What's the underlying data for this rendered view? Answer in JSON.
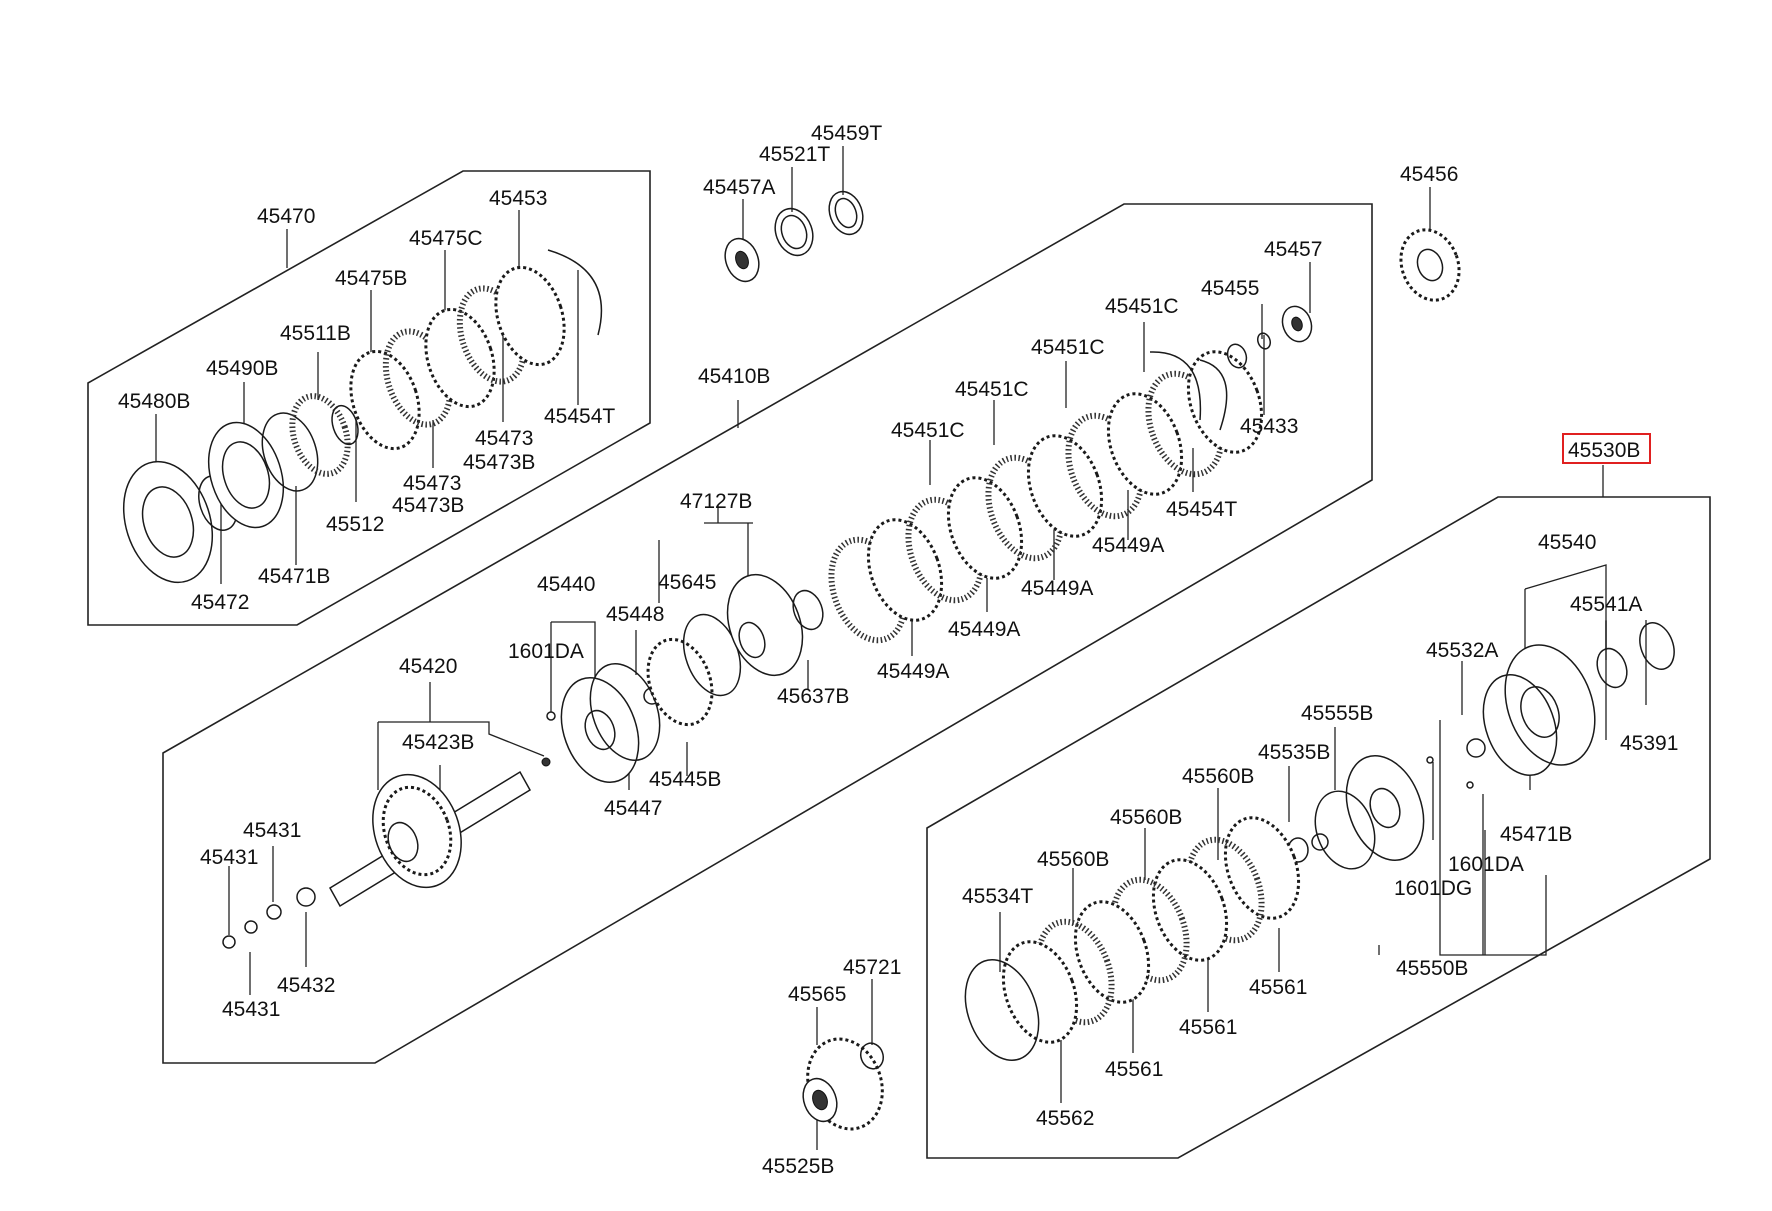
{
  "diagram": {
    "highlighted_part": "45530B",
    "labels": [
      {
        "id": "p45459T",
        "text": "45459T"
      },
      {
        "id": "p45521T",
        "text": "45521T"
      },
      {
        "id": "p45457A",
        "text": "45457A"
      },
      {
        "id": "p45456",
        "text": "45456"
      },
      {
        "id": "p45470",
        "text": "45470"
      },
      {
        "id": "p45453",
        "text": "45453"
      },
      {
        "id": "p45475C",
        "text": "45475C"
      },
      {
        "id": "p45475B",
        "text": "45475B"
      },
      {
        "id": "p45511B",
        "text": "45511B"
      },
      {
        "id": "p45490B",
        "text": "45490B"
      },
      {
        "id": "p45480B",
        "text": "45480B"
      },
      {
        "id": "p45454T_a",
        "text": "45454T"
      },
      {
        "id": "p45473_a",
        "text": "45473"
      },
      {
        "id": "p45473B_a",
        "text": "45473B"
      },
      {
        "id": "p45473_b",
        "text": "45473"
      },
      {
        "id": "p45473B_b",
        "text": "45473B"
      },
      {
        "id": "p45512",
        "text": "45512"
      },
      {
        "id": "p45471B_a",
        "text": "45471B"
      },
      {
        "id": "p45472",
        "text": "45472"
      },
      {
        "id": "p45457",
        "text": "45457"
      },
      {
        "id": "p45455",
        "text": "45455"
      },
      {
        "id": "p45451C_a",
        "text": "45451C"
      },
      {
        "id": "p45451C_b",
        "text": "45451C"
      },
      {
        "id": "p45451C_c",
        "text": "45451C"
      },
      {
        "id": "p45451C_d",
        "text": "45451C"
      },
      {
        "id": "p45410B",
        "text": "45410B"
      },
      {
        "id": "p45433",
        "text": "45433"
      },
      {
        "id": "p45454T_b",
        "text": "45454T"
      },
      {
        "id": "p45449A_a",
        "text": "45449A"
      },
      {
        "id": "p45449A_b",
        "text": "45449A"
      },
      {
        "id": "p45449A_c",
        "text": "45449A"
      },
      {
        "id": "p45449A_d",
        "text": "45449A"
      },
      {
        "id": "p47127B",
        "text": "47127B"
      },
      {
        "id": "p45440",
        "text": "45440"
      },
      {
        "id": "p45645",
        "text": "45645"
      },
      {
        "id": "p45448",
        "text": "45448"
      },
      {
        "id": "p1601DA_a",
        "text": "1601DA"
      },
      {
        "id": "p45637B",
        "text": "45637B"
      },
      {
        "id": "p45420",
        "text": "45420"
      },
      {
        "id": "p45423B",
        "text": "45423B"
      },
      {
        "id": "p45445B",
        "text": "45445B"
      },
      {
        "id": "p45447",
        "text": "45447"
      },
      {
        "id": "p45431_a",
        "text": "45431"
      },
      {
        "id": "p45431_b",
        "text": "45431"
      },
      {
        "id": "p45431_c",
        "text": "45431"
      },
      {
        "id": "p45432",
        "text": "45432"
      },
      {
        "id": "p45530B",
        "text": "45530B"
      },
      {
        "id": "p45540",
        "text": "45540"
      },
      {
        "id": "p45541A",
        "text": "45541A"
      },
      {
        "id": "p45532A",
        "text": "45532A"
      },
      {
        "id": "p45391",
        "text": "45391"
      },
      {
        "id": "p45555B",
        "text": "45555B"
      },
      {
        "id": "p45535B",
        "text": "45535B"
      },
      {
        "id": "p45560B_a",
        "text": "45560B"
      },
      {
        "id": "p45560B_b",
        "text": "45560B"
      },
      {
        "id": "p45560B_c",
        "text": "45560B"
      },
      {
        "id": "p45471B_b",
        "text": "45471B"
      },
      {
        "id": "p1601DA_b",
        "text": "1601DA"
      },
      {
        "id": "p1601DG",
        "text": "1601DG"
      },
      {
        "id": "p45534T",
        "text": "45534T"
      },
      {
        "id": "p45561_a",
        "text": "45561"
      },
      {
        "id": "p45561_b",
        "text": "45561"
      },
      {
        "id": "p45561_c",
        "text": "45561"
      },
      {
        "id": "p45550B",
        "text": "45550B"
      },
      {
        "id": "p45562",
        "text": "45562"
      },
      {
        "id": "p45721",
        "text": "45721"
      },
      {
        "id": "p45565",
        "text": "45565"
      },
      {
        "id": "p45525B",
        "text": "45525B"
      }
    ]
  }
}
